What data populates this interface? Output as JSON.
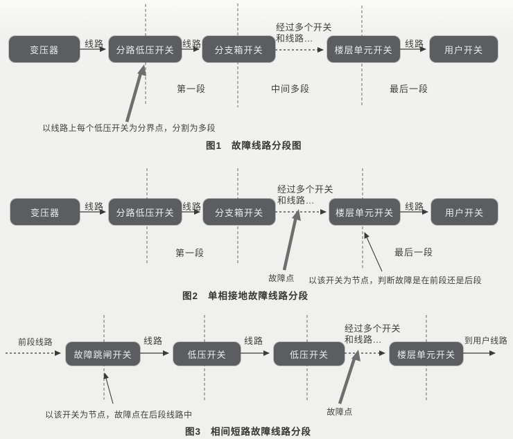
{
  "fig1": {
    "caption_no": "图1",
    "caption_title": "故障线路分段图",
    "nodes": [
      "变压器",
      "分路低压开关",
      "分支箱开关",
      "楼层单元开关",
      "用户开关"
    ],
    "link_labels": [
      "线路",
      "线路",
      "线路"
    ],
    "multi_hop_line1": "经过多个开关",
    "multi_hop_line2": "和线路…",
    "segments": [
      "第一段",
      "中间多段",
      "最后一段"
    ],
    "annotation": "以线路上每个低压开关为分界点，分割为多段"
  },
  "fig2": {
    "caption_no": "图2",
    "caption_title": "单相接地故障线路分段",
    "nodes": [
      "变压器",
      "分路低压开关",
      "分支箱开关",
      "楼层单元开关",
      "用户开关"
    ],
    "link_labels": [
      "线路",
      "线路",
      "线路"
    ],
    "multi_hop_line1": "经过多个开关",
    "multi_hop_line2": "和线路…",
    "segments": [
      "第一段",
      "最后一段"
    ],
    "fault_point": "故障点",
    "annotation": "以该开关为节点，判断故障是在前段还是后段"
  },
  "fig3": {
    "caption_no": "图3",
    "caption_title": "相间短路故障线路分段",
    "front_line": "前段线路",
    "nodes": [
      "故障跳闸开关",
      "低压开关",
      "低压开关",
      "楼层单元开关"
    ],
    "link_labels": [
      "线路",
      "线路"
    ],
    "multi_hop_line1": "经过多个开关",
    "multi_hop_line2": "和线路…",
    "to_user_line": "到用户线路",
    "fault_point": "故障点",
    "annotation": "以该开关为节点，故障点在后段线路中"
  },
  "colors": {
    "background": "#f0f0ee",
    "box_bg": "#5c5d60",
    "box_text": "#ebebeb",
    "line": "#3a3a3a",
    "dashed_divider": "#808080",
    "thick_arrow": "#6e6e6e",
    "text": "#3f3f3f"
  }
}
